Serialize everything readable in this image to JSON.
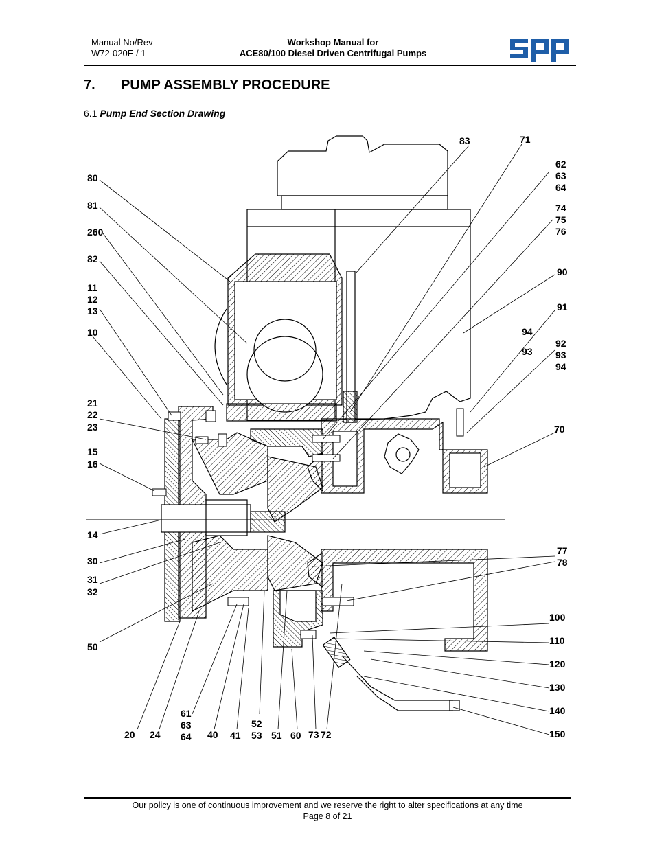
{
  "header": {
    "manual_label": "Manual No/Rev",
    "manual_number": "W72-020E / 1",
    "title_line1": "Workshop Manual for",
    "title_line2": "ACE80/100 Diesel Driven Centrifugal Pumps",
    "logo_text": "spp"
  },
  "section": {
    "number": "7.",
    "title": "PUMP ASSEMBLY PROCEDURE"
  },
  "subsection": {
    "number": "6.1",
    "title": "Pump End Section Drawing"
  },
  "drawing": {
    "labels": [
      "83",
      "71",
      "62",
      "63",
      "64",
      "74",
      "75",
      "76",
      "90",
      "91",
      "94",
      "93",
      "92",
      "93",
      "94",
      "70",
      "80",
      "81",
      "260",
      "82",
      "11",
      "12",
      "13",
      "10",
      "21",
      "22",
      "23",
      "15",
      "16",
      "14",
      "30",
      "31",
      "32",
      "50",
      "77",
      "78",
      "100",
      "110",
      "120",
      "130",
      "140",
      "150",
      "20",
      "24",
      "61",
      "63",
      "64",
      "40",
      "41",
      "52",
      "53",
      "51",
      "60",
      "73",
      "72"
    ]
  },
  "footer": {
    "policy": "Our policy is one of continuous improvement and we reserve the right to alter specifications at any time",
    "page": "Page 8 of 21"
  }
}
